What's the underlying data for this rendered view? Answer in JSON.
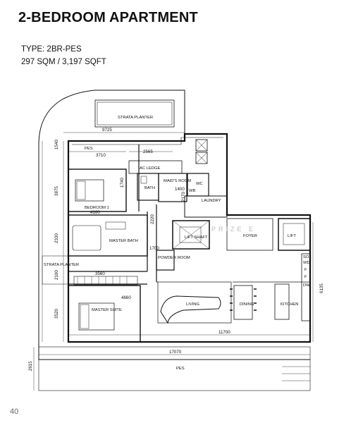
{
  "header": {
    "title": "2-BEDROOM APARTMENT",
    "type_line": "TYPE: 2BR-PES",
    "area_line": "297 SQM / 3,197 SQFT"
  },
  "page_number": "40",
  "plan": {
    "rooms": {
      "strata_planter_top": "STRATA PLANTER",
      "pes_top": "PES",
      "ac_ledge": "AC LEDGE",
      "bath": "BATH",
      "maids_room": "MAID'S ROOM",
      "wc": "WC",
      "laundry": "LAUNDRY",
      "bedroom_1": "BEDROOM 1",
      "master_bath": "MASTER BATH",
      "lift_shaft": "LIFT SHAFT",
      "foyer": "FOYER",
      "lift": "LIFT",
      "powder_room": "POWDER ROOM",
      "strata_planter_left": "STRATA PLANTER",
      "living": "LIVING",
      "dining": "DINING",
      "kitchen": "KITCHEN",
      "master_suite": "MASTER SUITE",
      "pes_bottom": "PES",
      "so": "SO",
      "wd": "WD",
      "f1": "F",
      "f2": "F",
      "dw": "DW",
      "whb": "WB"
    },
    "dimensions": {
      "w_9725": "9725",
      "w_3710": "3710",
      "w_2565": "2565",
      "h_1540": "1540",
      "h_3875": "3875",
      "w_1740": "1740",
      "w_1400": "1400",
      "h_2170": "2170",
      "w_4160": "4160",
      "h_2220": "2220",
      "w_1700": "1700",
      "h_2330": "2330",
      "h_2100": "2100",
      "w_3560": "3560",
      "w_4660": "4660",
      "h_3520": "3520",
      "w_11700": "11700",
      "h_6135": "6135",
      "w_17070": "17070",
      "h_2615": "2615"
    },
    "watermark": "PRIZE E"
  }
}
